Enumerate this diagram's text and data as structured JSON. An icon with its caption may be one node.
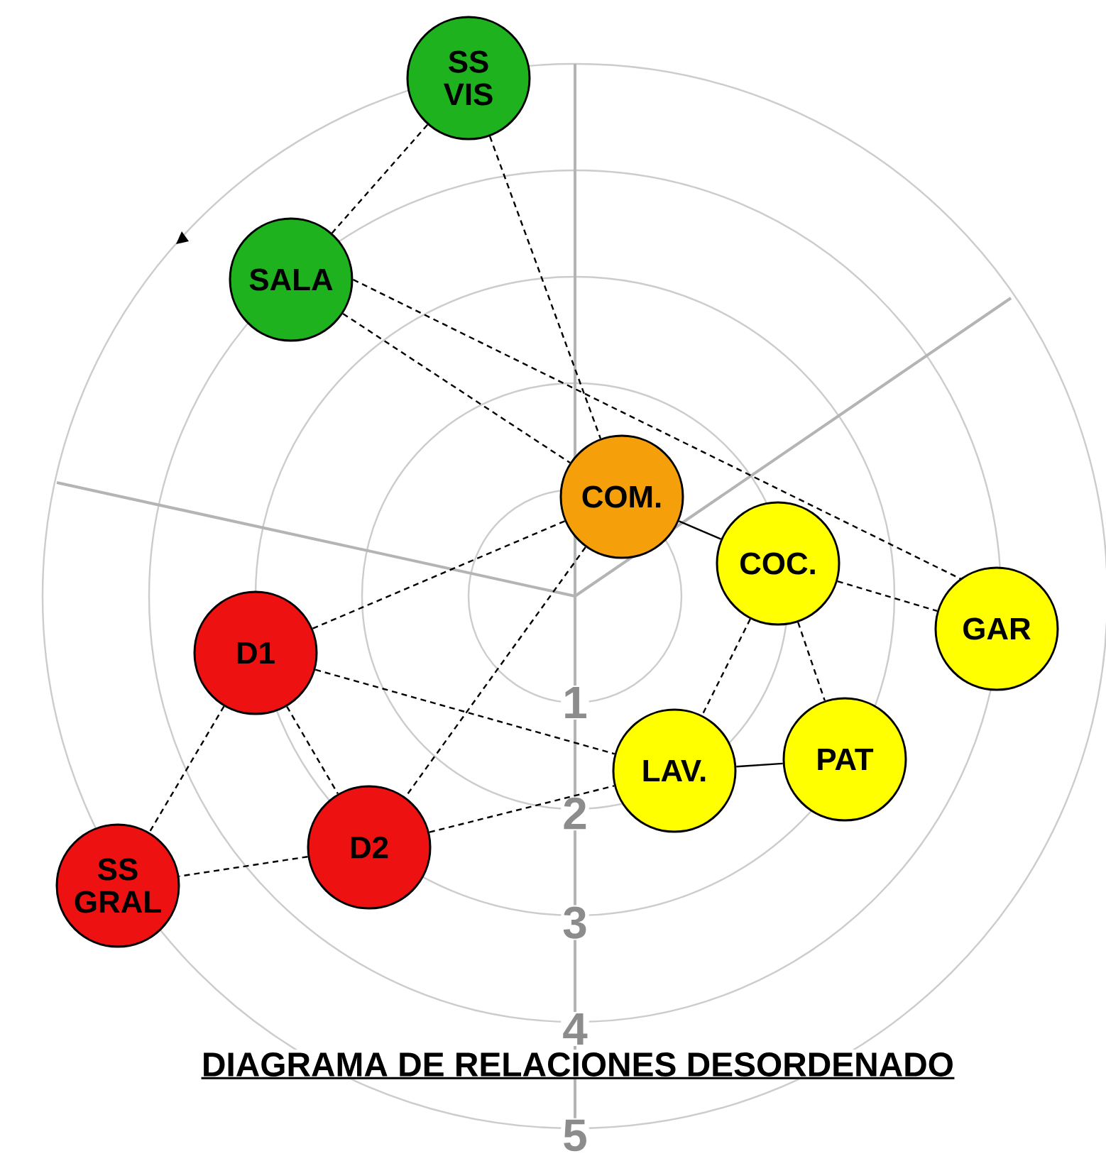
{
  "diagram": {
    "title": "DIAGRAMA DE RELACIONES DESORDENADO",
    "nodes": [
      {
        "text": [
          "SS VIS"
        ]
      },
      {
        "text": [
          "SALA"
        ]
      },
      {
        "text": [
          "COM."
        ]
      },
      {
        "text": [
          "COC."
        ]
      },
      {
        "text": [
          "GAR"
        ]
      },
      {
        "text": [
          "D1"
        ]
      },
      {
        "text": [
          "LAV."
        ]
      },
      {
        "text": [
          "PAT"
        ]
      },
      {
        "text": [
          "D2"
        ]
      },
      {
        "text": [
          "SS GRAL"
        ]
      }
    ],
    "edges": [
      {
        "from": 0,
        "to": 1,
        "arrow": "none",
        "style": "dashed"
      },
      {
        "from": 0,
        "to": 2,
        "arrow": "none",
        "style": "dashed"
      },
      {
        "from": 1,
        "to": 2,
        "arrow": "none",
        "style": "dashed"
      },
      {
        "from": 1,
        "to": 4,
        "arrow": "none",
        "style": "dashed"
      },
      {
        "from": 2,
        "to": 3,
        "arrow": "none"
      },
      {
        "from": 2,
        "to": 5,
        "arrow": "none",
        "style": "dashed"
      },
      {
        "from": 2,
        "to": 8,
        "arrow": "none",
        "style": "dashed"
      },
      {
        "from": 3,
        "to": 4,
        "arrow": "none",
        "style": "dashed"
      },
      {
        "from": 3,
        "to": 6,
        "arrow": "none",
        "style": "dashed"
      },
      {
        "from": 3,
        "to": 7,
        "arrow": "none",
        "style": "dashed"
      },
      {
        "from": 6,
        "to": 7,
        "arrow": "none"
      },
      {
        "from": 5,
        "to": 6,
        "arrow": "none",
        "style": "dashed"
      },
      {
        "from": 5,
        "to": 8,
        "arrow": "none",
        "style": "dashed"
      },
      {
        "from": 5,
        "to": 9,
        "arrow": "none",
        "style": "dashed"
      },
      {
        "from": 8,
        "to": 9,
        "arrow": "none",
        "style": "dashed"
      },
      {
        "from": 8,
        "to": 6,
        "arrow": "none",
        "style": "dashed"
      }
    ],
    "labels": [
      "1",
      "2",
      "3",
      "4",
      "5"
    ]
  }
}
